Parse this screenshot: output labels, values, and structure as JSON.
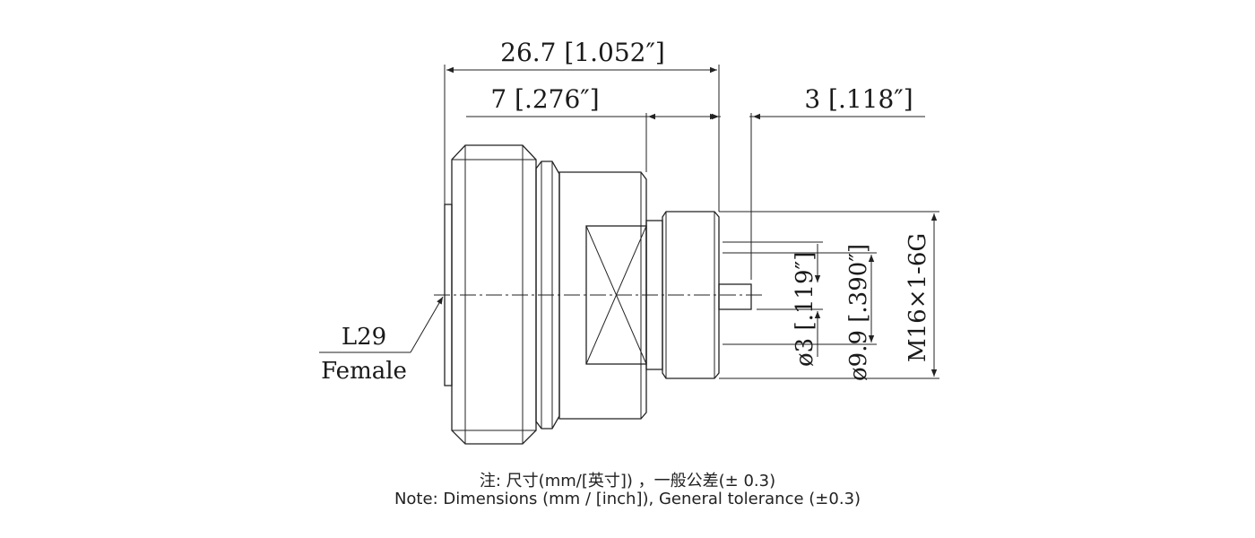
{
  "dimensions": {
    "overall_length": "26.7 [1.052″]",
    "body_length": "7 [.276″]",
    "pin_length": "3 [.118″]",
    "pin_diameter": "ø3 [.119″]",
    "insulator_diameter": "ø9.9 [.390″]",
    "thread": "M16×1-6G"
  },
  "callout": {
    "type": "L29",
    "gender": "Female"
  },
  "notes": {
    "chinese": "注: 尺寸(mm/[英寸]) ，一般公差(± 0.3)",
    "english": "Note: Dimensions (mm / [inch]), General tolerance (±0.3)"
  },
  "colors": {
    "line": "#222222",
    "background": "#ffffff"
  }
}
